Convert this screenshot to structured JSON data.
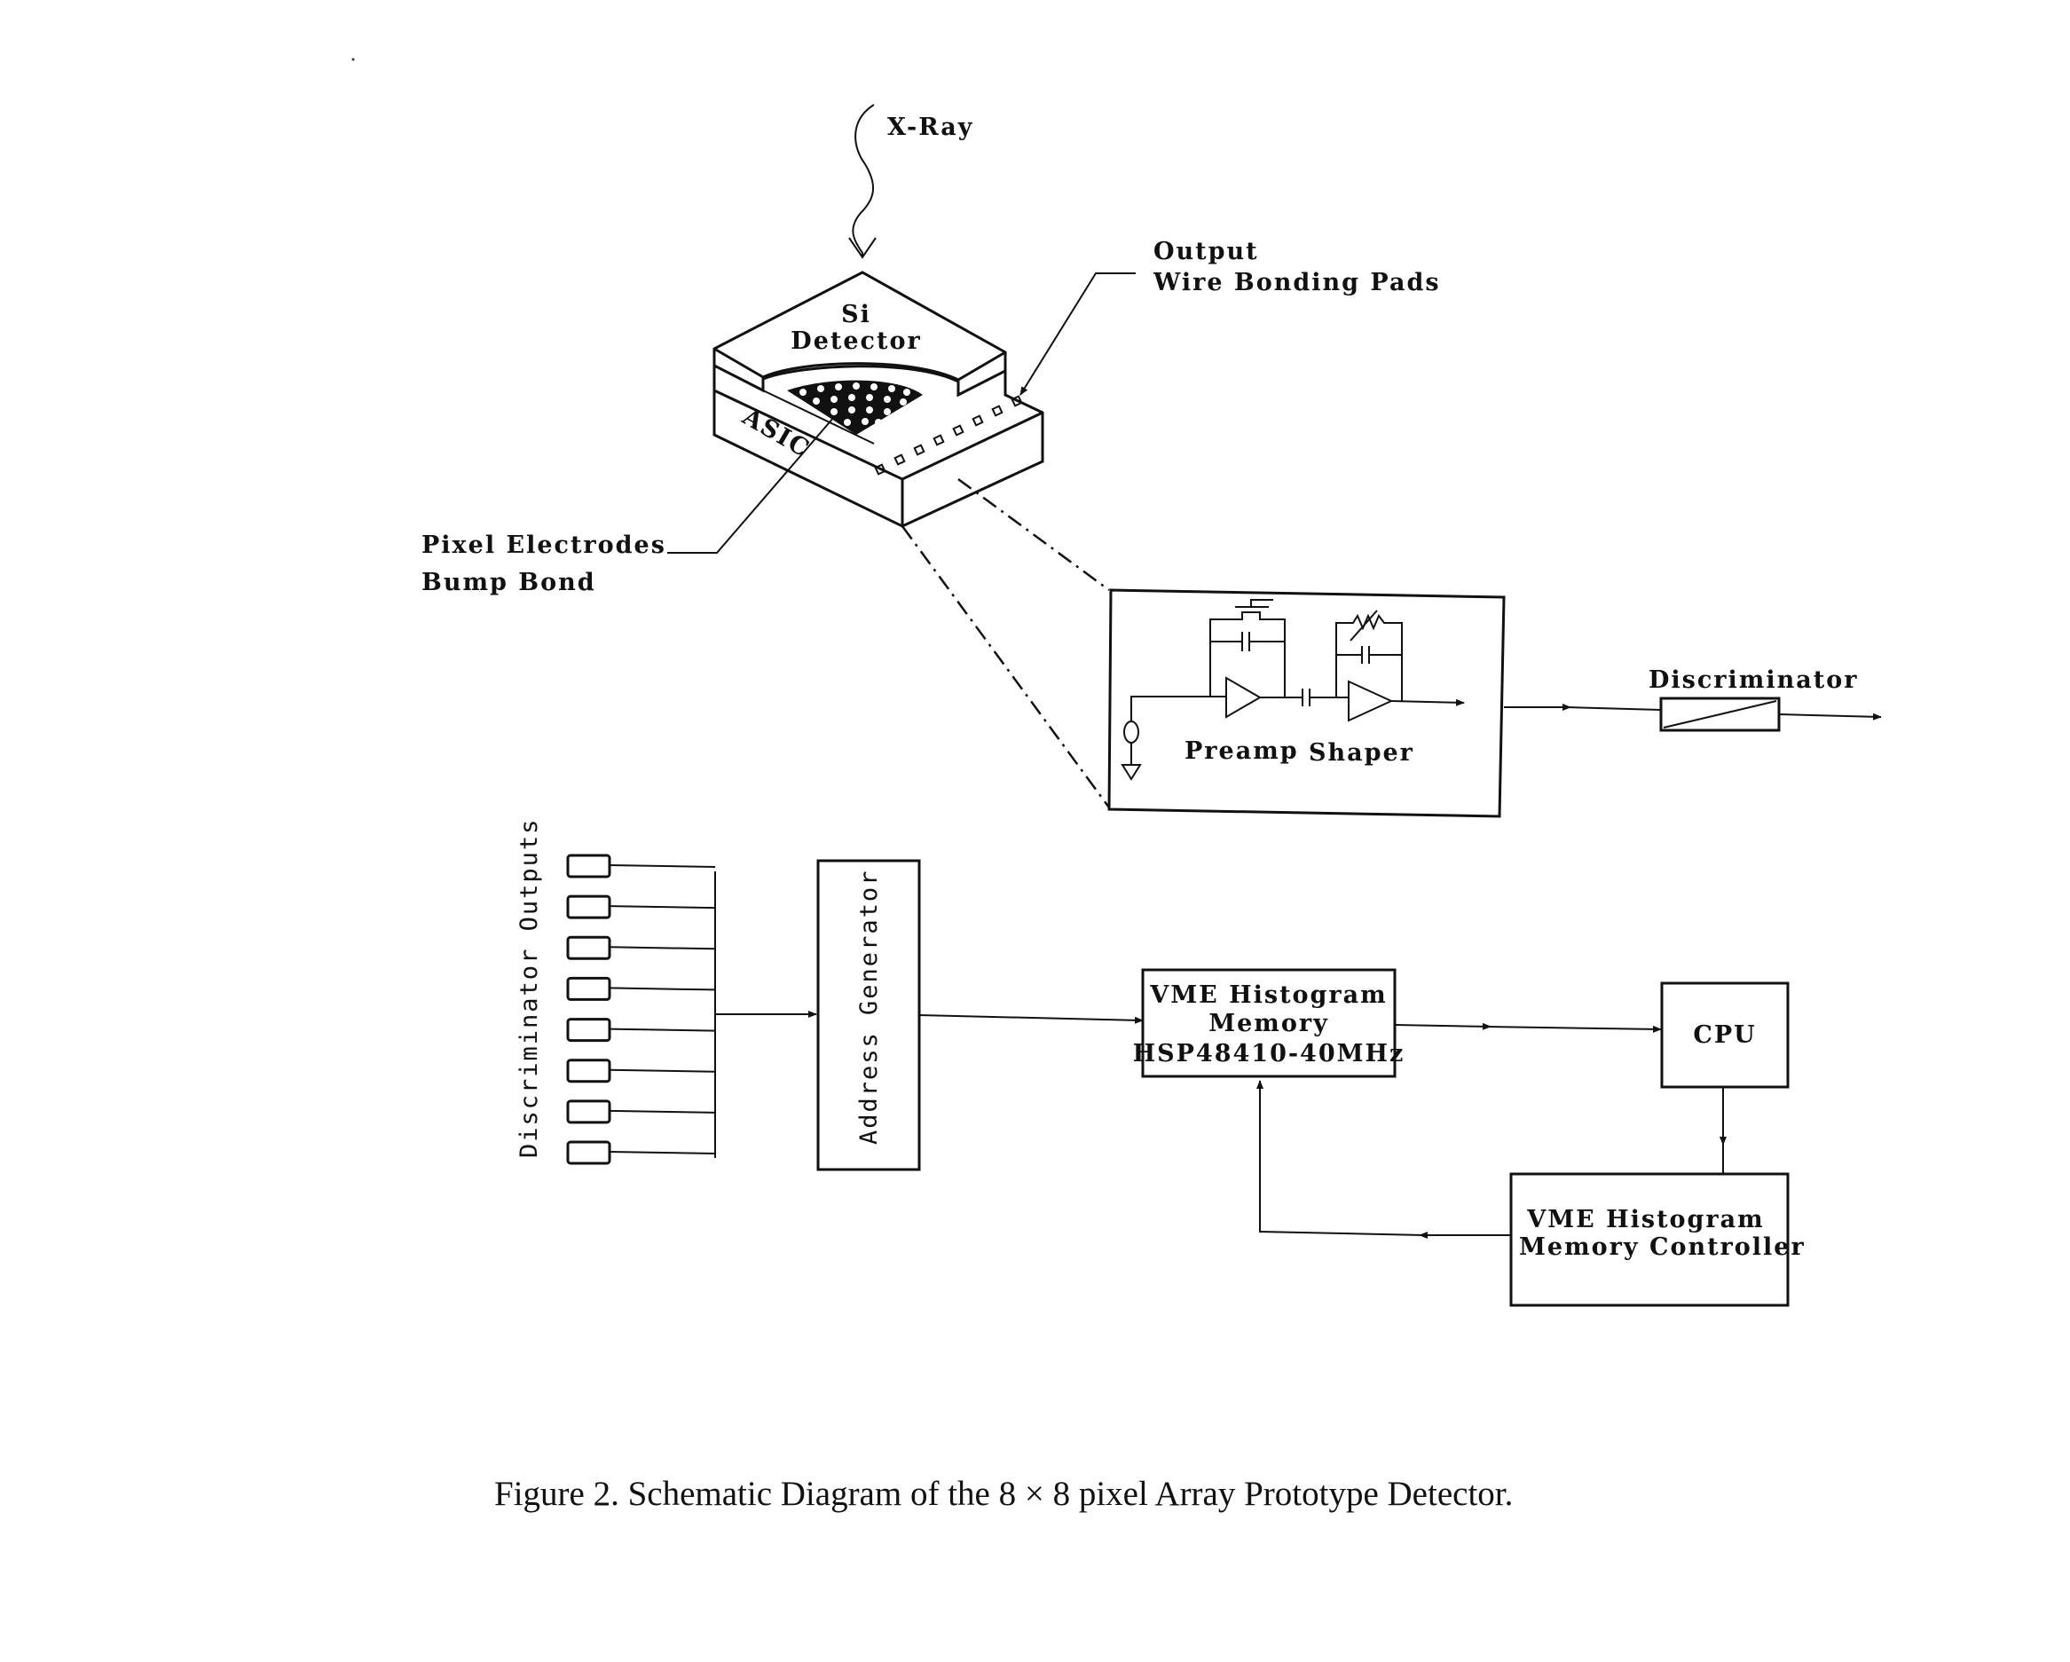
{
  "figure": {
    "labels": {
      "xray": "X-Ray",
      "si": "Si",
      "detector": "Detector",
      "asic": "ASIC",
      "output_line1": "Output",
      "output_line2": "Wire Bonding Pads",
      "pixel_line1": "Pixel Electrodes",
      "pixel_line2": "Bump Bond",
      "preamp": "Preamp",
      "shaper": "Shaper",
      "discriminator": "Discriminator",
      "disc_outputs": "Discriminator Outputs",
      "address_generator": "Address Generator",
      "vme_mem_line1": "VME Histogram",
      "vme_mem_line2": "Memory",
      "vme_mem_line3": "HSP48410-40MHz",
      "cpu": "CPU",
      "ctrl_line1": "VME Histogram",
      "ctrl_line2": "Memory Controller"
    },
    "discriminator_output_count": 8,
    "caption": "Figure 2.  Schematic Diagram of the 8 × 8 pixel Array Prototype Detector."
  }
}
